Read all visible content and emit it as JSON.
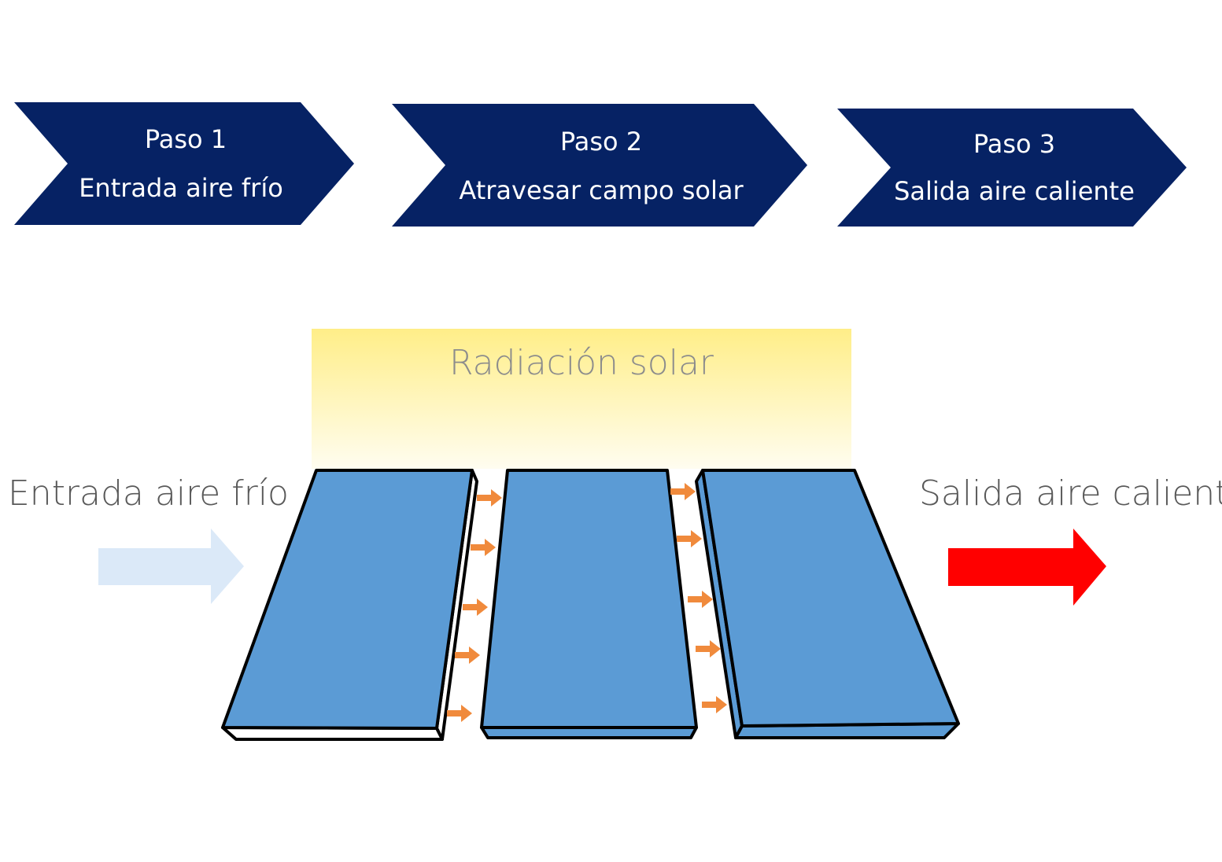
{
  "steps": [
    {
      "title": "Paso 1",
      "subtitle": "Entrada aire frío"
    },
    {
      "title": "Paso 2",
      "subtitle": "Atravesar campo solar"
    },
    {
      "title": "Paso 3",
      "subtitle": "Salida aire caliente"
    }
  ],
  "radiation_label": "Radiación solar",
  "inlet_label": "Entrada aire frío",
  "outlet_label": "Salida aire caliente",
  "colors": {
    "chevron": "#062264",
    "panel": "#5b9bd5",
    "sun_top": "#ffee88",
    "cold_arrow": "#dbe9f8",
    "hot_arrow": "#ff0000",
    "flow_arrow": "#f08a3c",
    "label_text": "#595959",
    "sun_text": "#8c8c8c"
  }
}
